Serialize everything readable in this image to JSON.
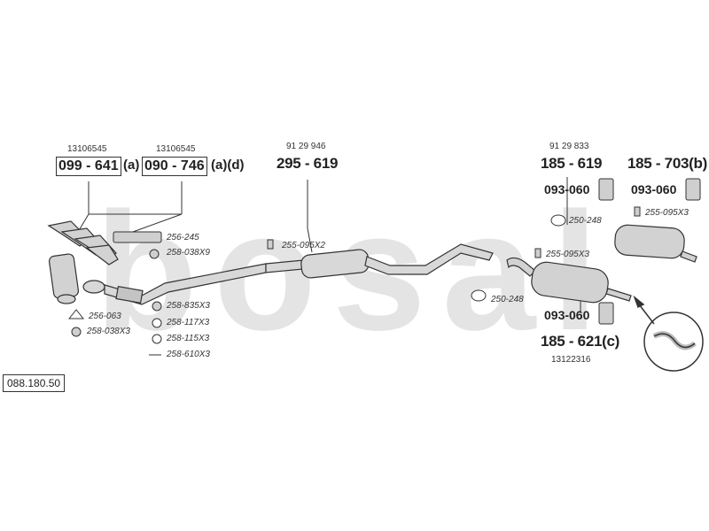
{
  "diagram": {
    "watermark": "bosal",
    "reference": "088.180.50",
    "parts": {
      "p099641": {
        "oem": "13106545",
        "code": "099 - 641",
        "suffix": "(a)"
      },
      "p090746": {
        "oem": "13106545",
        "code": "090 - 746",
        "suffix": "(a)(d)"
      },
      "p295619": {
        "oem": "91 29 946",
        "code": "295 - 619"
      },
      "p185619": {
        "oem": "91 29 833",
        "code": "185 - 619",
        "sub": "093-060"
      },
      "p185703": {
        "code": "185 - 703(b)",
        "sub": "093-060"
      },
      "p185621": {
        "oem": "13122316",
        "code": "185 - 621(c)",
        "sub": "093-060"
      }
    },
    "small_parts": {
      "s256245": "256-245",
      "s258038x9": "258-038X9",
      "s255095x2": "255-095X2",
      "s250248a": "250-248",
      "s255095x3a": "255-095X3",
      "s255095x3b": "255-095X3",
      "s250248b": "250-248",
      "s256063": "256-063",
      "s258038x3": "258-038X3",
      "s258835x3": "258-835X3",
      "s258117x3": "258-117X3",
      "s258115x3": "258-115X3",
      "s258610x3": "258-610X3"
    },
    "colors": {
      "line": "#333333",
      "part_fill": "#cfcfcf",
      "watermark": "#e3e3e3"
    }
  }
}
